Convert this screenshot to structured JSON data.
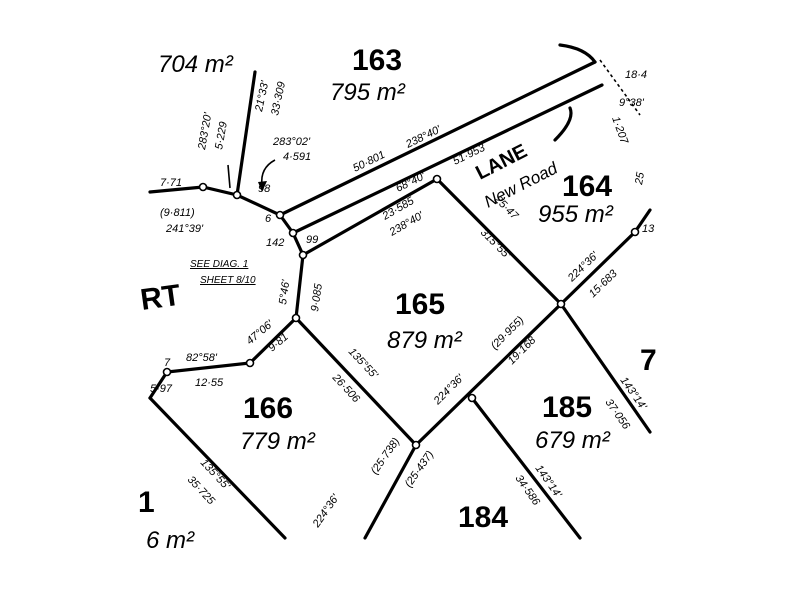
{
  "lots": [
    {
      "number": "163",
      "area": "795 m²"
    },
    {
      "number": "164",
      "area": "955 m²"
    },
    {
      "number": "165",
      "area": "879 m²"
    },
    {
      "number": "166",
      "area": "779 m²"
    },
    {
      "number": "185",
      "area": "679 m²"
    },
    {
      "number": "184",
      "area": ""
    }
  ],
  "partial": {
    "top_left_area": "704 m²",
    "bottom_left_area": "6 m²",
    "bottom_left_fragment": "1",
    "right_fragment": "7",
    "street_fragment": "RT"
  },
  "road": {
    "lane": "LANE",
    "name": "New Road"
  },
  "diagram_ref": {
    "line1": "SEE DIAG. 1",
    "line2": "SHEET 8/10"
  },
  "dimensions": {
    "d_21_33": "21°33'",
    "d_33_309": "33·309",
    "d_283_20": "283°20'",
    "d_5_229": "5·229",
    "d_283_02": "283°02'",
    "d_4_591": "4·591",
    "d_50_801": "50·801",
    "d_238_40_top": "238°40'",
    "d_68_40": "68°40'",
    "d_51_953": "51·953",
    "d_23_585": "23·585",
    "d_238_40_mid": "238°40'",
    "d_7_71": "7·71",
    "d_9_811": "(9·811)",
    "d_241_39": "241°39'",
    "d_98": "98",
    "d_6": "6",
    "d_142": "142",
    "d_99": "99",
    "d_25_47": "25·47",
    "d_315_55": "315°55'",
    "d_224_36_top": "224°36'",
    "d_15_683": "15·683",
    "d_9_38": "9°38'",
    "d_1_207": "1·207",
    "d_18_4": "18·4",
    "d_5_46": "5°46'",
    "d_9_085": "9·085",
    "d_47_06": "47°06'",
    "d_9_81": "9·81",
    "d_7": "7",
    "d_82_58": "82°58'",
    "d_12_55": "12·55",
    "d_5_97": "5·97",
    "d_135_55_mid": "135°55'",
    "d_26_506": "26·506",
    "d_29_955": "(29·955)",
    "d_19_168": "19·168",
    "d_224_36_mid": "224°36'",
    "d_143_14_right": "143°14'",
    "d_37_056": "37·056",
    "d_25_738": "(25·738)",
    "d_25_437": "(25·437)",
    "d_224_36_bot": "224°36'",
    "d_143_14_bot": "143°14'",
    "d_34_586": "34·586",
    "d_135_55_bot": "135°55'",
    "d_35_725": "35·725",
    "d_13": "13",
    "d_25": "25"
  }
}
